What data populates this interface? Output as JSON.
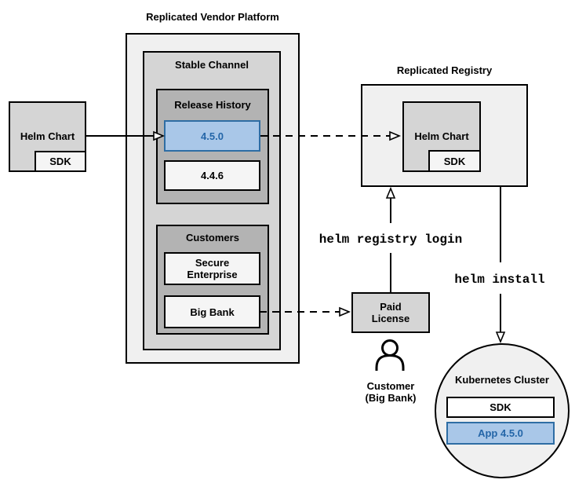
{
  "colors": {
    "highlight_fill": "#a9c7e8",
    "highlight_border": "#2e6da4",
    "highlight_text": "#2466a8"
  },
  "vendor_platform": {
    "title": "Replicated Vendor Platform",
    "stable_channel": {
      "label": "Stable Channel",
      "release_history": {
        "label": "Release History",
        "releases": [
          {
            "version": "4.5.0",
            "highlighted": true
          },
          {
            "version": "4.4.6",
            "highlighted": false
          }
        ]
      },
      "customers": {
        "label": "Customers",
        "items": [
          {
            "name": "Secure\nEnterprise"
          },
          {
            "name": "Big Bank"
          }
        ]
      }
    }
  },
  "vendor_helm_chart": {
    "label": "Helm Chart",
    "sdk": "SDK"
  },
  "registry": {
    "title": "Replicated Registry",
    "helm_chart": {
      "label": "Helm Chart",
      "sdk": "SDK"
    }
  },
  "paid_license": {
    "label": "Paid\nLicense"
  },
  "customer": {
    "label": "Customer\n(Big Bank)"
  },
  "kubernetes_cluster": {
    "title": "Kubernetes Cluster",
    "sdk": "SDK",
    "app": "App 4.5.0"
  },
  "commands": {
    "registry_login": "helm registry login",
    "install": "helm install"
  }
}
